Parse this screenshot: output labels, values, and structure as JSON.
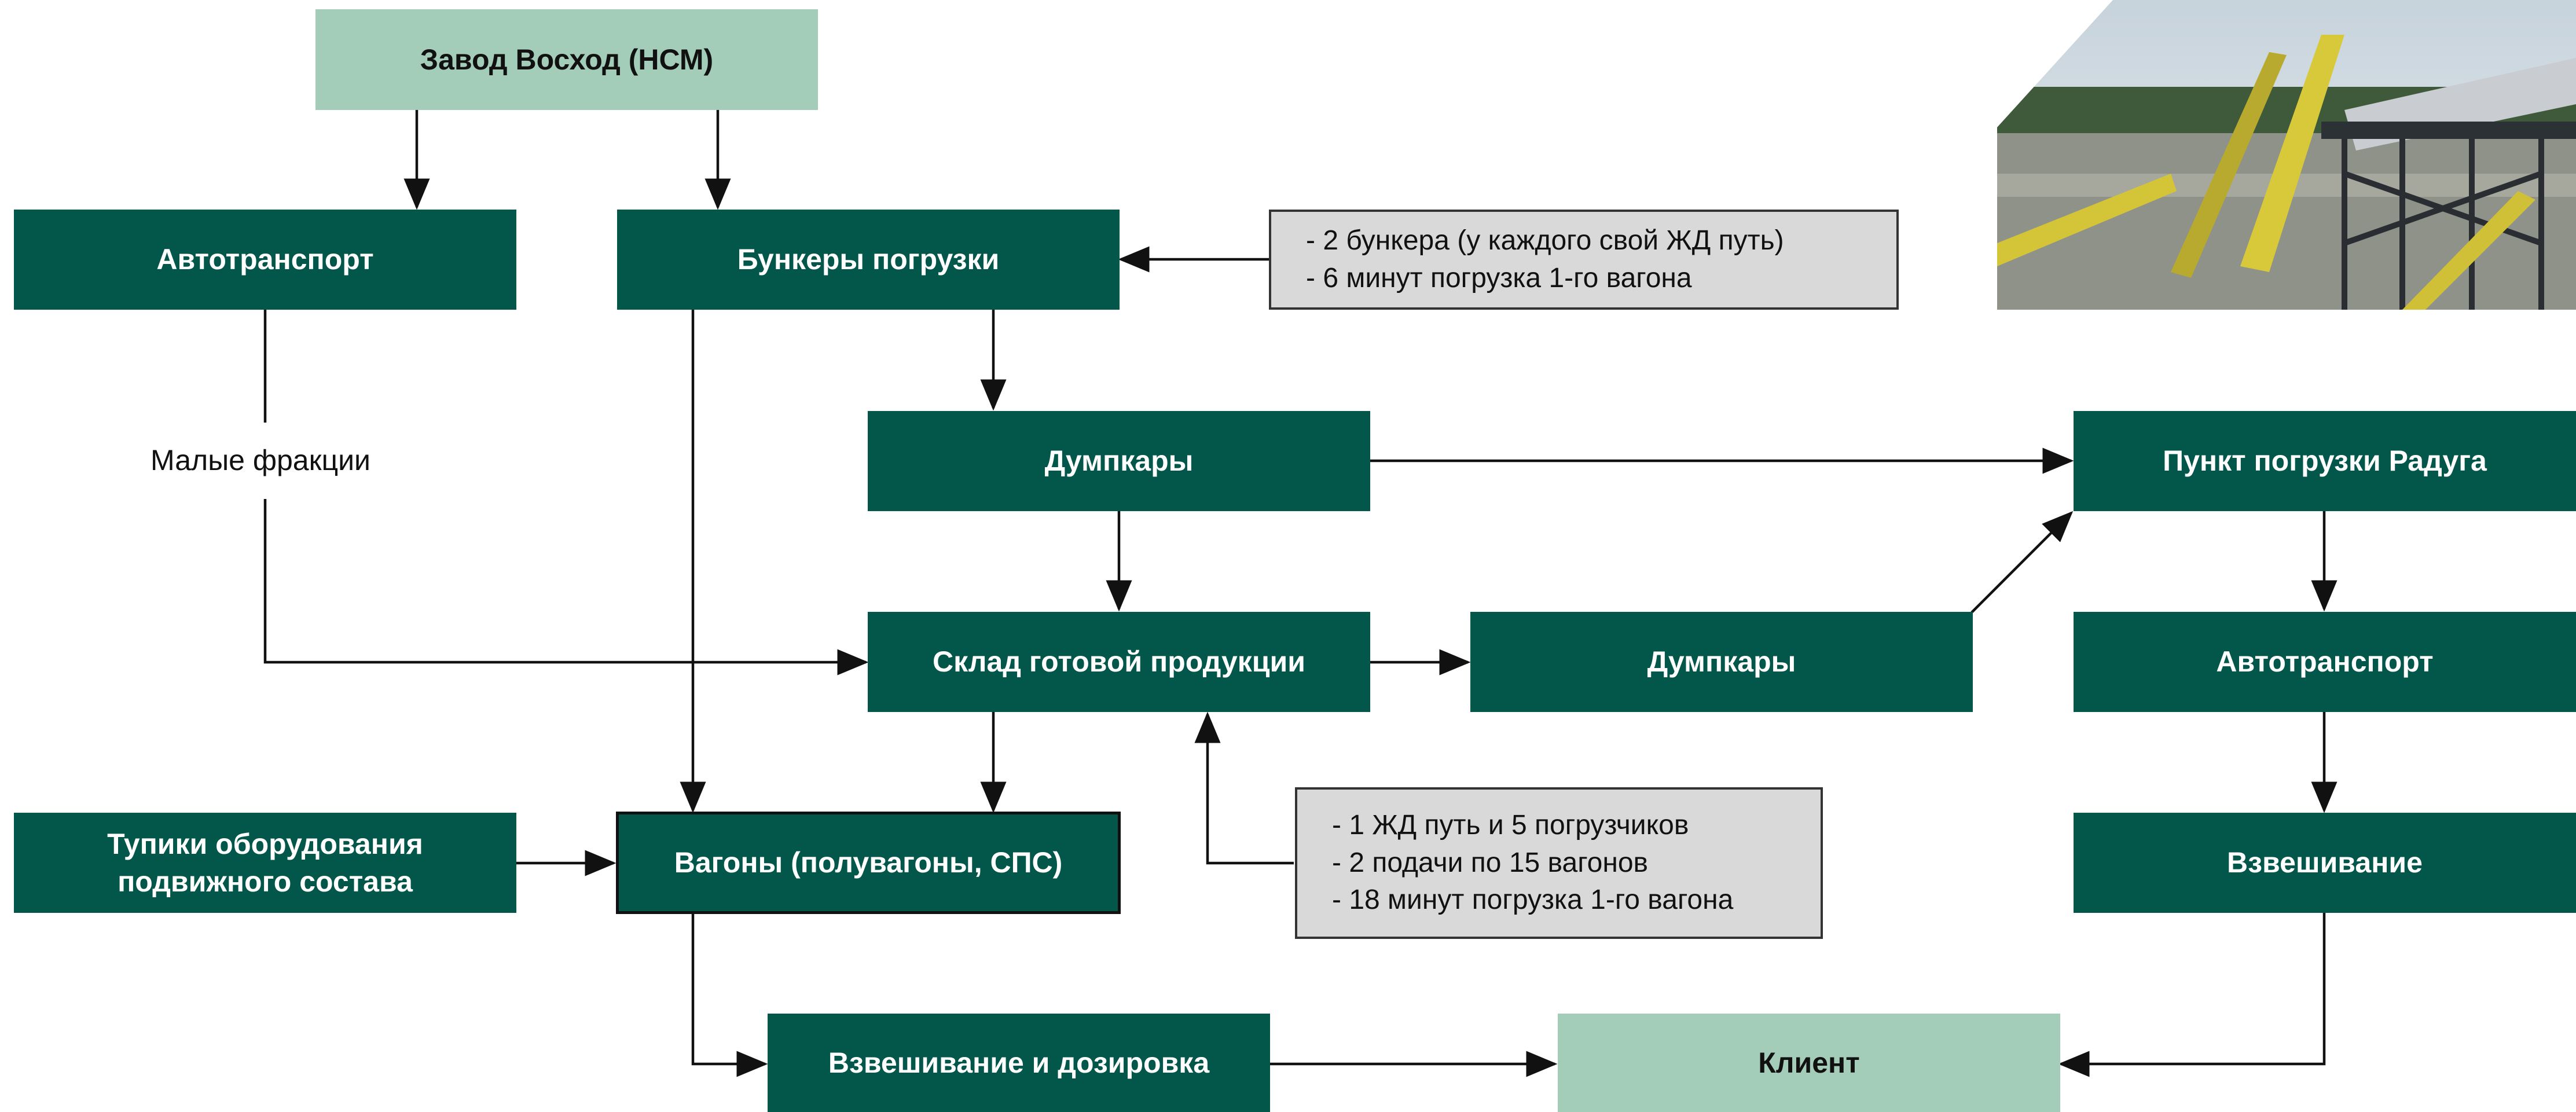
{
  "nodes": {
    "zavod": "Завод Восход (НСМ)",
    "avto1": "Автотранспорт",
    "bunkery": "Бункеры погрузки",
    "dumpkary1": "Думпкары",
    "punkt": "Пункт погрузки Радуга",
    "sklad": "Склад готовой продукции",
    "dumpkary2": "Думпкары",
    "avto2": "Автотранспорт",
    "tupiki": "Тупики оборудования\nподвижного состава",
    "vagony": "Вагоны (полувагоны, СПС)",
    "vzvesh_right": "Взвешивание",
    "vzvesh_doz": "Взвешивание и дозировка",
    "klient": "Клиент"
  },
  "notes": {
    "bunkers": [
      "- 2 бункера (у каждого свой ЖД путь)",
      "- 6 минут погрузка 1-го вагона"
    ],
    "sklad": [
      "- 1 ЖД путь и 5 погрузчиков",
      "- 2 подачи по 15 вагонов",
      "- 18 минут погрузка 1-го вагона"
    ]
  },
  "labels": {
    "small_fractions": "Малые фракции"
  },
  "colors": {
    "node_dark": "#02574a",
    "node_light": "#a3cdb9",
    "note_bg": "#d9d9d9",
    "arrow": "#111111"
  },
  "image": {
    "icon": "industrial-loading-facility-photo"
  }
}
